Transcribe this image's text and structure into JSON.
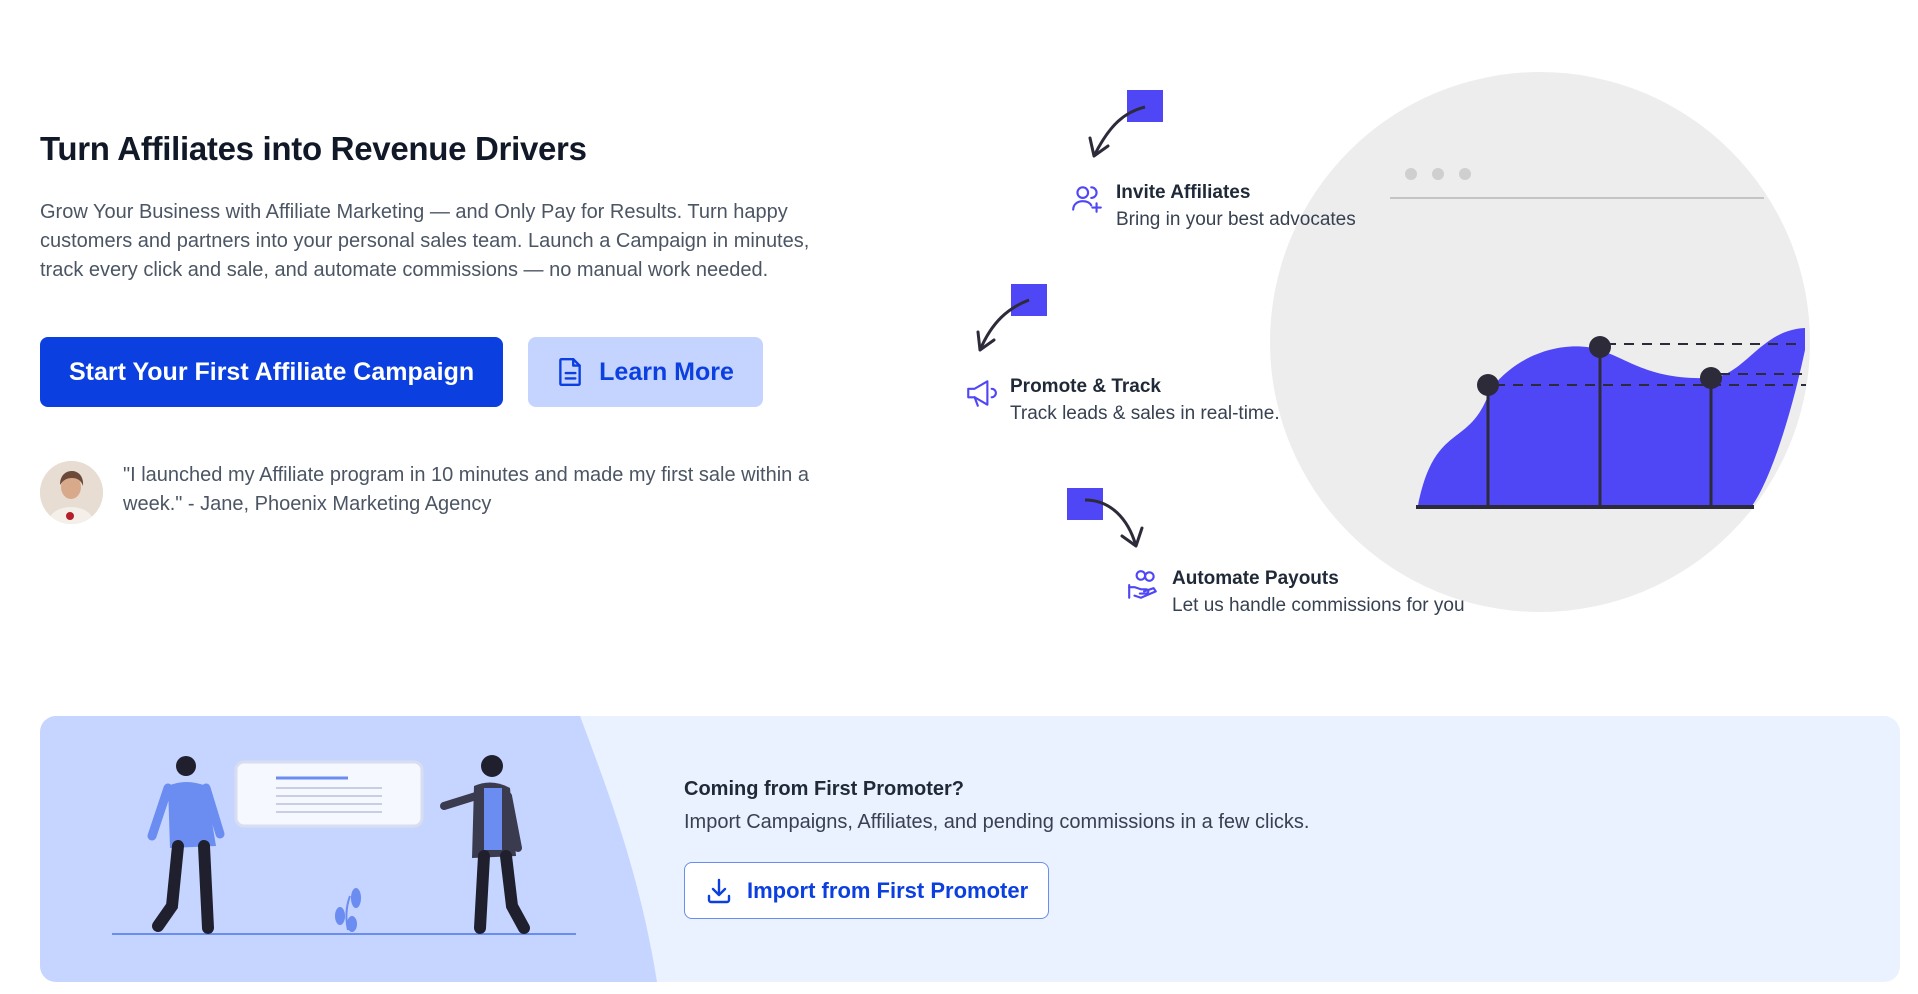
{
  "hero": {
    "title": "Turn Affiliates into Revenue Drivers",
    "description": "Grow Your Business with Affiliate Marketing — and Only Pay for Results. Turn happy customers and partners into your personal sales team. Launch a Campaign in minutes, track every click and sale, and automate commissions — no manual work needed.",
    "primary_button": "Start Your First Affiliate Campaign",
    "secondary_button": "Learn More",
    "testimonial": "\"I launched my Affiliate program in 10 minutes and made my first sale within a week.\" - Jane, Phoenix Marketing Agency"
  },
  "steps": [
    {
      "title": "Invite Affiliates",
      "subtitle": "Bring in your best advocates",
      "icon": "users-plus-icon"
    },
    {
      "title": "Promote & Track",
      "subtitle": "Track leads & sales in real-time.",
      "icon": "megaphone-icon"
    },
    {
      "title": "Automate Payouts",
      "subtitle": "Let us handle commissions for you",
      "icon": "hand-coins-icon"
    }
  ],
  "import_banner": {
    "title": "Coming from First Promoter?",
    "description": "Import Campaigns, Affiliates, and pending commissions in a few clicks.",
    "button": "Import from First Promoter"
  },
  "colors": {
    "primary": "#0b3fe0",
    "primary_light": "#c4d4ff",
    "accent": "#5146f5",
    "banner_bg": "#eaf2ff",
    "banner_art_bg": "#c5d5ff"
  }
}
